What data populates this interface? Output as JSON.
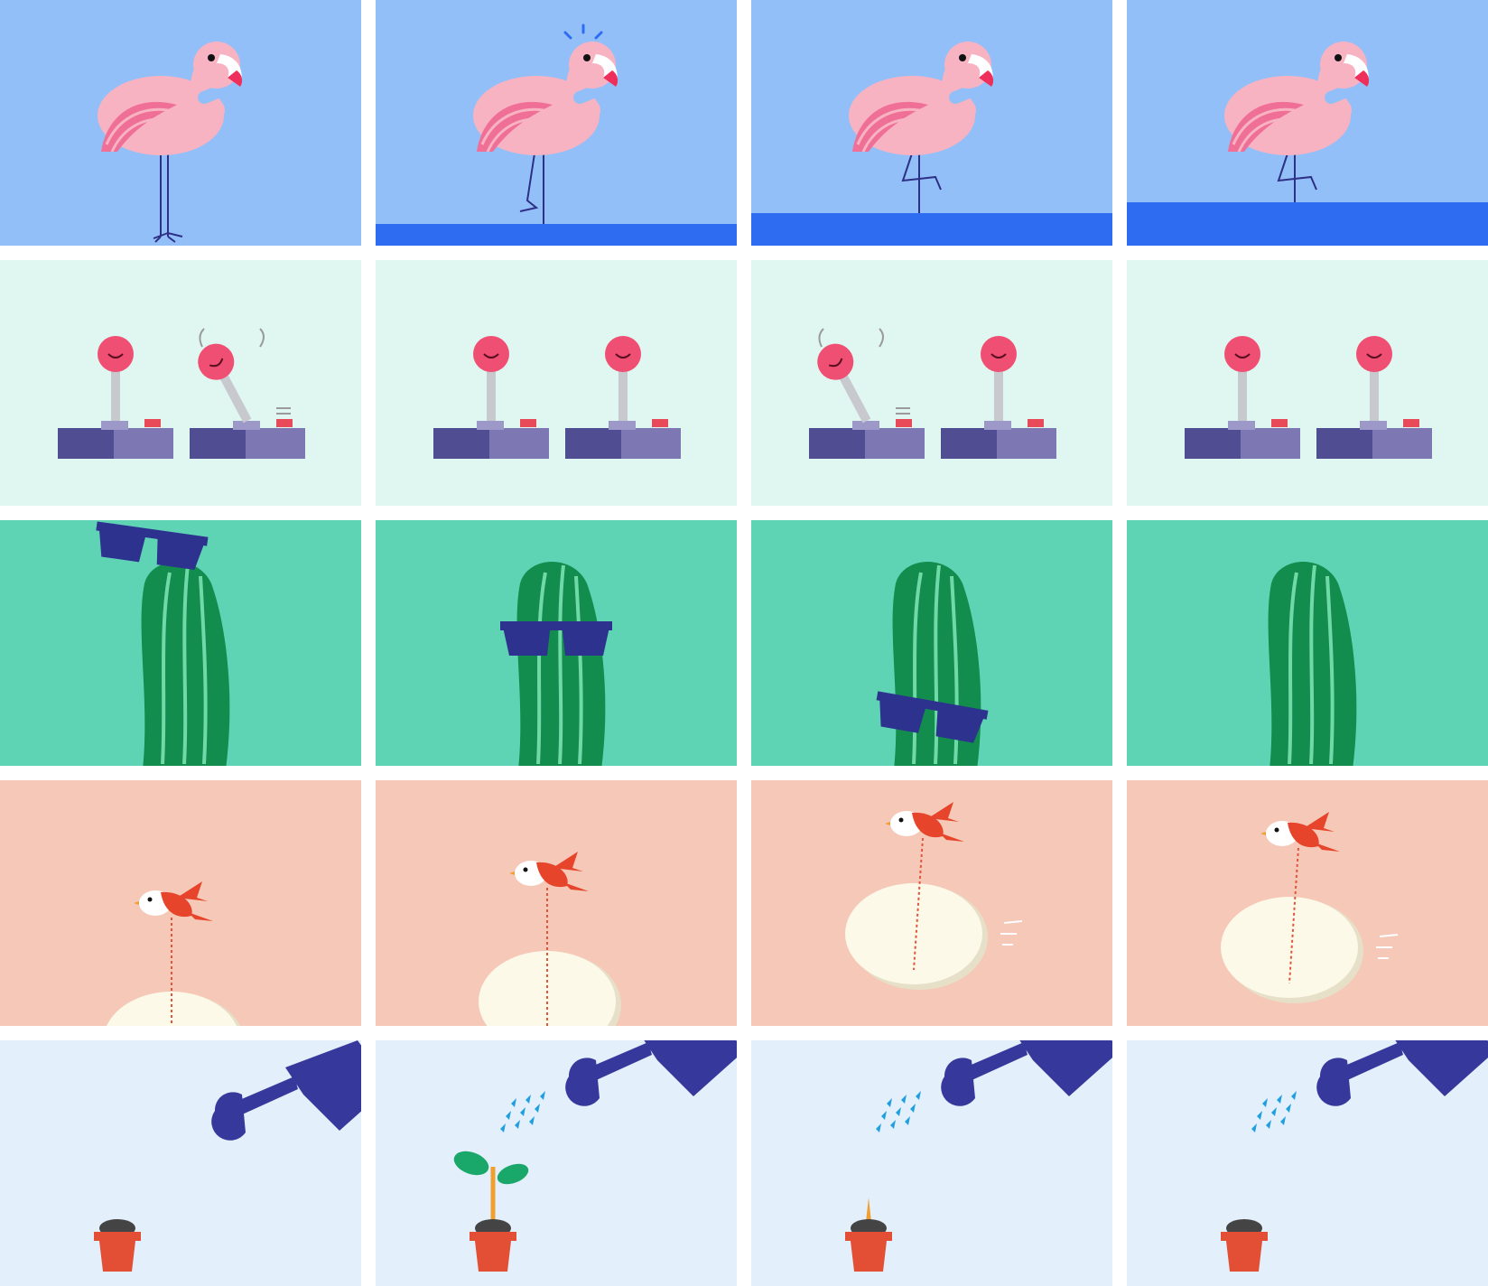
{
  "grid": {
    "rows": 5,
    "cols": 4
  },
  "colors": {
    "flamingo_bg": "#92bff8",
    "water": "#2e6df2",
    "joystick_bg": "#e0f7f1",
    "cactus_bg": "#5fd4b4",
    "bird_bg": "#f6c8b8",
    "plant_bg": "#e4effc",
    "flamingo_pink": "#f7b3c2",
    "flamingo_wing": "#ef6f96",
    "joystick_knob": "#ee4f73",
    "joystick_base": "#7d78b3",
    "cactus_green": "#138d4d",
    "sunglasses": "#2d328f",
    "bird_red": "#e6452c",
    "egg": "#fcf9e8",
    "watering_can": "#36399b",
    "pot": "#e34f34",
    "drops": "#1f9fe0"
  },
  "rows": [
    {
      "name": "flamingo",
      "frames": [
        {
          "water_level": 0,
          "leg": "down",
          "alert": false
        },
        {
          "water_level": 0.1,
          "leg": "bent",
          "alert": true
        },
        {
          "water_level": 0.15,
          "leg": "tucked",
          "alert": false
        },
        {
          "water_level": 0.2,
          "leg": "tucked",
          "alert": false
        }
      ]
    },
    {
      "name": "joysticks",
      "frames": [
        {
          "left": "still",
          "right": "tilted"
        },
        {
          "left": "still",
          "right": "still"
        },
        {
          "left": "tilted",
          "right": "still"
        },
        {
          "left": "still",
          "right": "still"
        }
      ]
    },
    {
      "name": "cactus",
      "frames": [
        {
          "glasses": "top"
        },
        {
          "glasses": "middle"
        },
        {
          "glasses": "bottom"
        },
        {
          "glasses": "none"
        }
      ]
    },
    {
      "name": "bird-egg",
      "frames": [
        {
          "lift": 0
        },
        {
          "lift": 0.3
        },
        {
          "lift": 0.8
        },
        {
          "lift": 0.7
        }
      ]
    },
    {
      "name": "watering",
      "frames": [
        {
          "drops": false,
          "plant": "none"
        },
        {
          "drops": true,
          "plant": "sprout"
        },
        {
          "drops": true,
          "plant": "bud"
        },
        {
          "drops": true,
          "plant": "none"
        }
      ]
    }
  ]
}
